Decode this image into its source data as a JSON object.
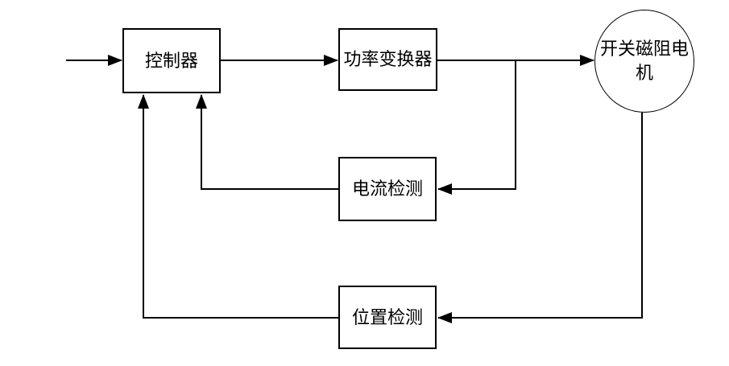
{
  "diagram": {
    "background_color": "#ffffff",
    "line_color": "#000000",
    "nodes": {
      "controller": {
        "label": "控制器",
        "shape": "rect"
      },
      "power_converter": {
        "label": "功率变换器",
        "shape": "rect"
      },
      "motor": {
        "label": "开关磁阻电机",
        "shape": "ellipse"
      },
      "current_detection": {
        "label": "电流检测",
        "shape": "rect"
      },
      "position_detection": {
        "label": "位置检测",
        "shape": "rect"
      }
    },
    "edges": [
      {
        "from": "input",
        "to": "controller",
        "arrow": true
      },
      {
        "from": "controller",
        "to": "power_converter",
        "arrow": true
      },
      {
        "from": "power_converter",
        "to": "motor",
        "arrow": true
      },
      {
        "from": "power_converter",
        "to": "current_detection",
        "arrow": true
      },
      {
        "from": "current_detection",
        "to": "controller",
        "arrow": true
      },
      {
        "from": "motor",
        "to": "position_detection",
        "arrow": true
      },
      {
        "from": "position_detection",
        "to": "controller",
        "arrow": true
      }
    ]
  }
}
